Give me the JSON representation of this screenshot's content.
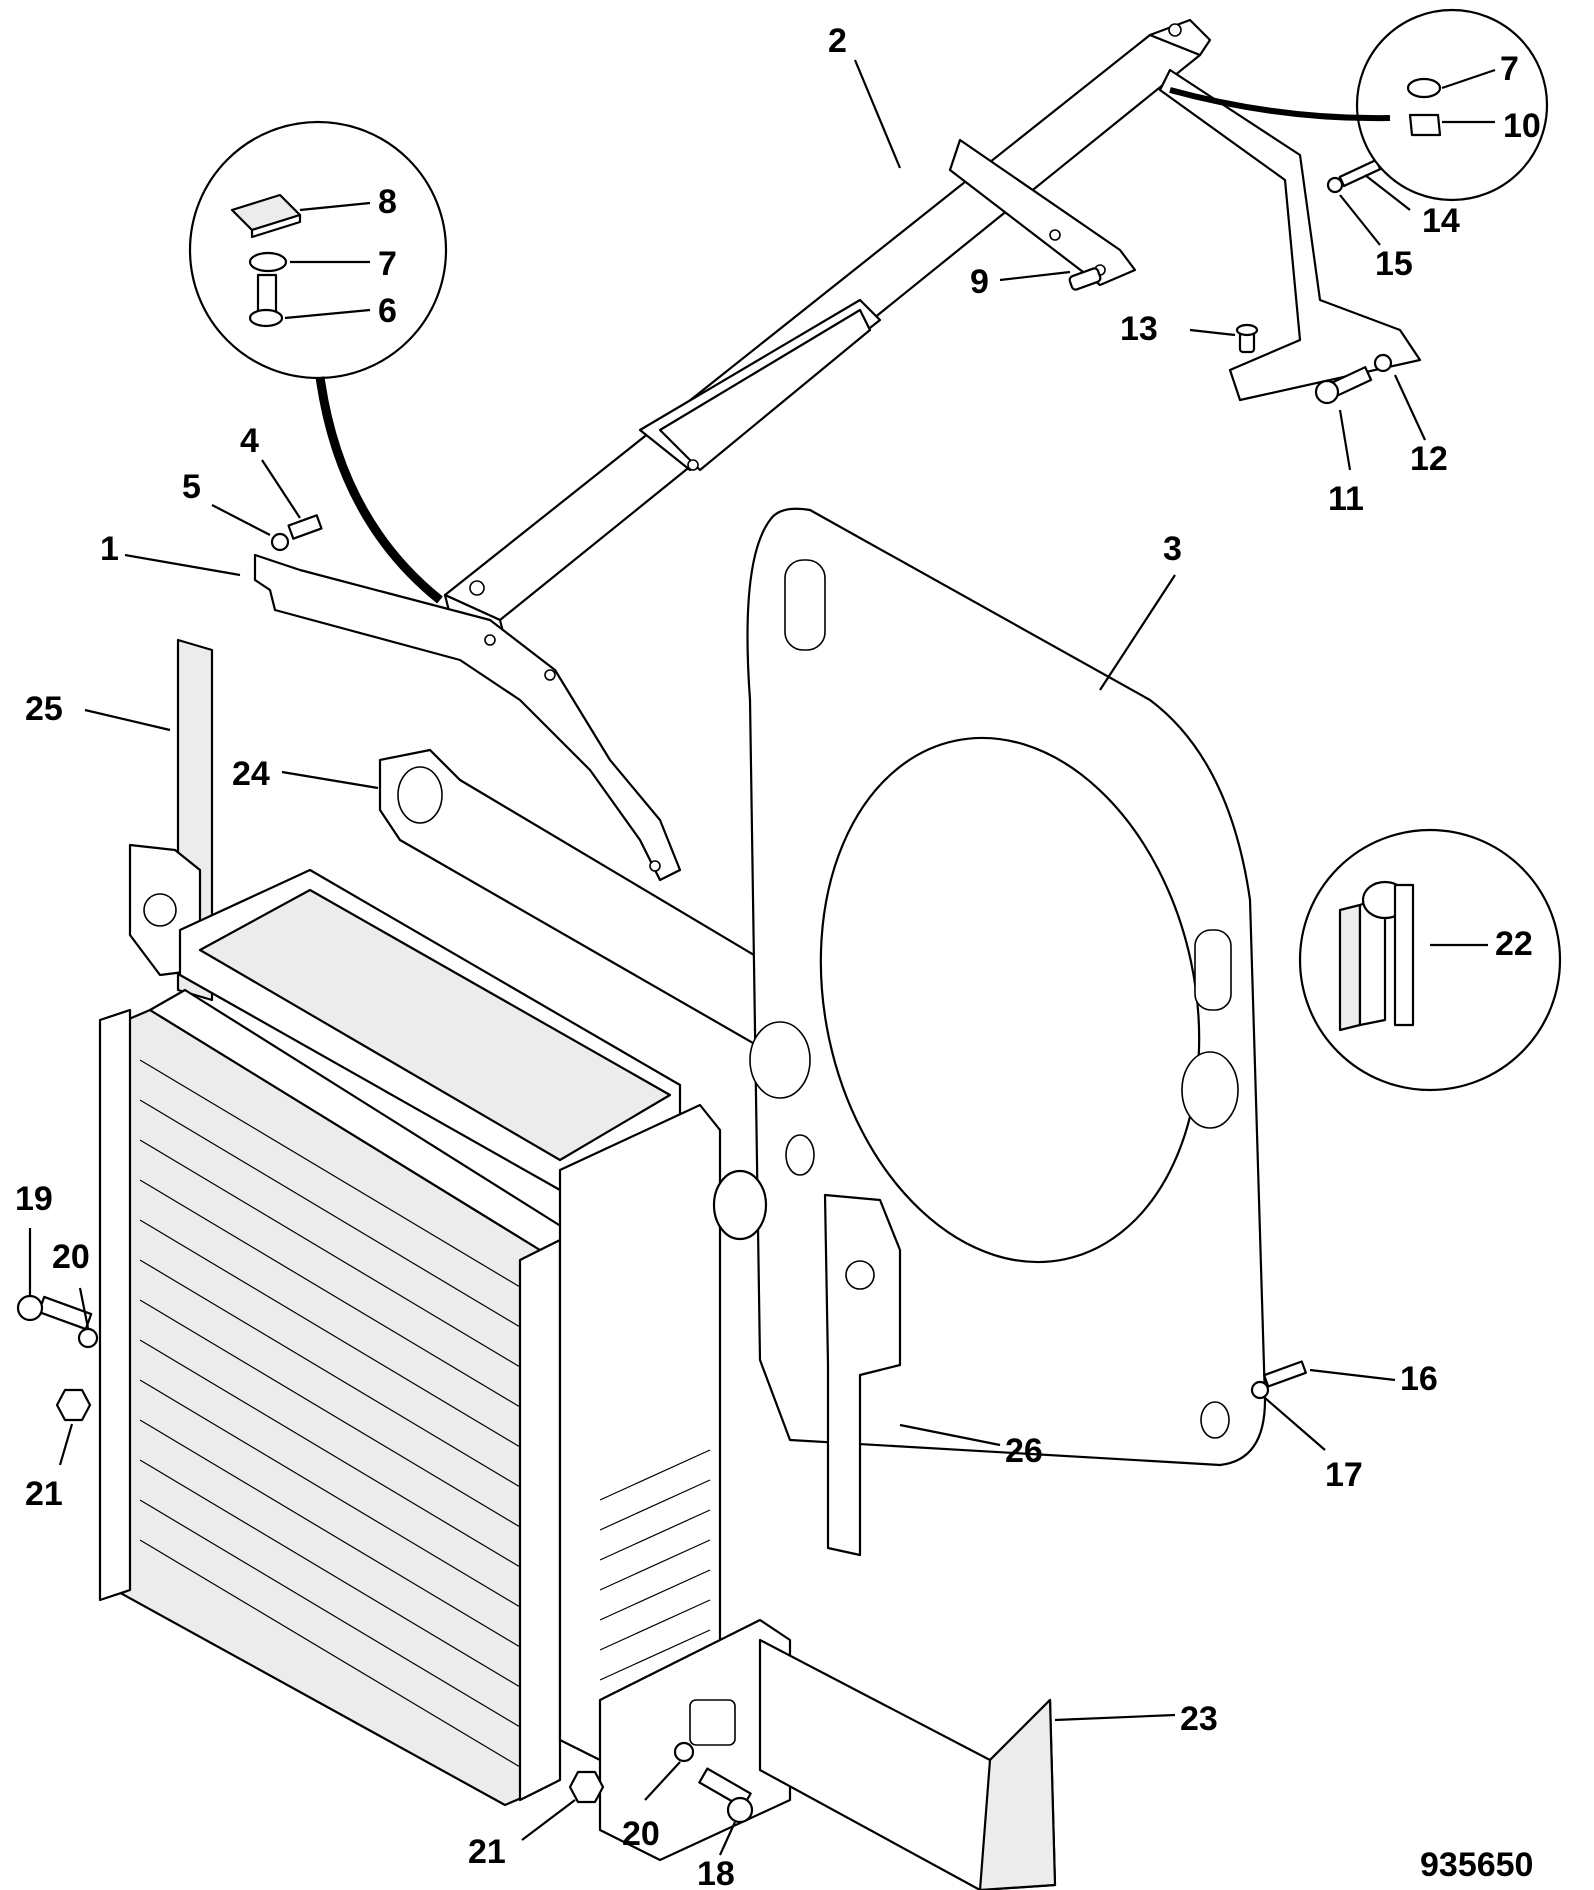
{
  "diagram": {
    "reference_number": "935650",
    "detail_views": [
      {
        "id": "detail-fasteners-left",
        "labels": [
          "8",
          "7",
          "6"
        ]
      },
      {
        "id": "detail-fasteners-right",
        "labels": [
          "7",
          "10"
        ]
      },
      {
        "id": "detail-seal-profile",
        "labels": [
          "22"
        ]
      }
    ],
    "callouts": [
      {
        "id": "c1",
        "label": "1"
      },
      {
        "id": "c2",
        "label": "2"
      },
      {
        "id": "c3",
        "label": "3"
      },
      {
        "id": "c4",
        "label": "4"
      },
      {
        "id": "c5",
        "label": "5"
      },
      {
        "id": "c6",
        "label": "6"
      },
      {
        "id": "c7a",
        "label": "7"
      },
      {
        "id": "c7b",
        "label": "7"
      },
      {
        "id": "c8",
        "label": "8"
      },
      {
        "id": "c9",
        "label": "9"
      },
      {
        "id": "c10",
        "label": "10"
      },
      {
        "id": "c11",
        "label": "11"
      },
      {
        "id": "c12",
        "label": "12"
      },
      {
        "id": "c13",
        "label": "13"
      },
      {
        "id": "c14",
        "label": "14"
      },
      {
        "id": "c15",
        "label": "15"
      },
      {
        "id": "c16",
        "label": "16"
      },
      {
        "id": "c17",
        "label": "17"
      },
      {
        "id": "c18",
        "label": "18"
      },
      {
        "id": "c19",
        "label": "19"
      },
      {
        "id": "c20a",
        "label": "20"
      },
      {
        "id": "c20b",
        "label": "20"
      },
      {
        "id": "c21a",
        "label": "21"
      },
      {
        "id": "c21b",
        "label": "21"
      },
      {
        "id": "c22",
        "label": "22"
      },
      {
        "id": "c23",
        "label": "23"
      },
      {
        "id": "c24",
        "label": "24"
      },
      {
        "id": "c25",
        "label": "25"
      },
      {
        "id": "c26",
        "label": "26"
      }
    ]
  }
}
